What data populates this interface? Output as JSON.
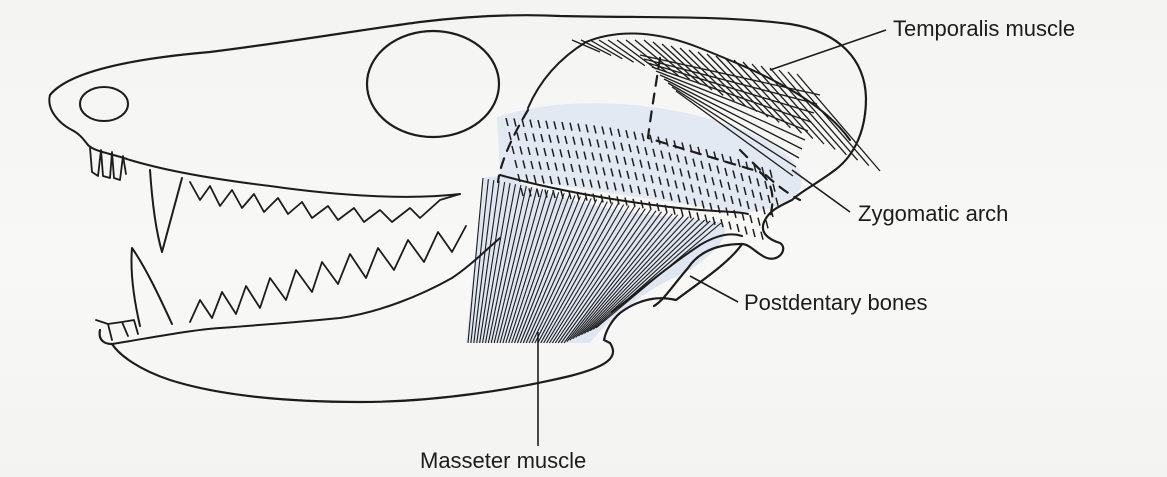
{
  "diagram": {
    "labels": {
      "temporalis": "Temporalis muscle",
      "zygomatic": "Zygomatic arch",
      "postdentary": "Postdentary bones",
      "masseter": "Masseter muscle"
    },
    "colors": {
      "ink": "#1c1c1c",
      "muscle_tint": "#dfe6f1",
      "paper": "#f7f7f6"
    }
  }
}
